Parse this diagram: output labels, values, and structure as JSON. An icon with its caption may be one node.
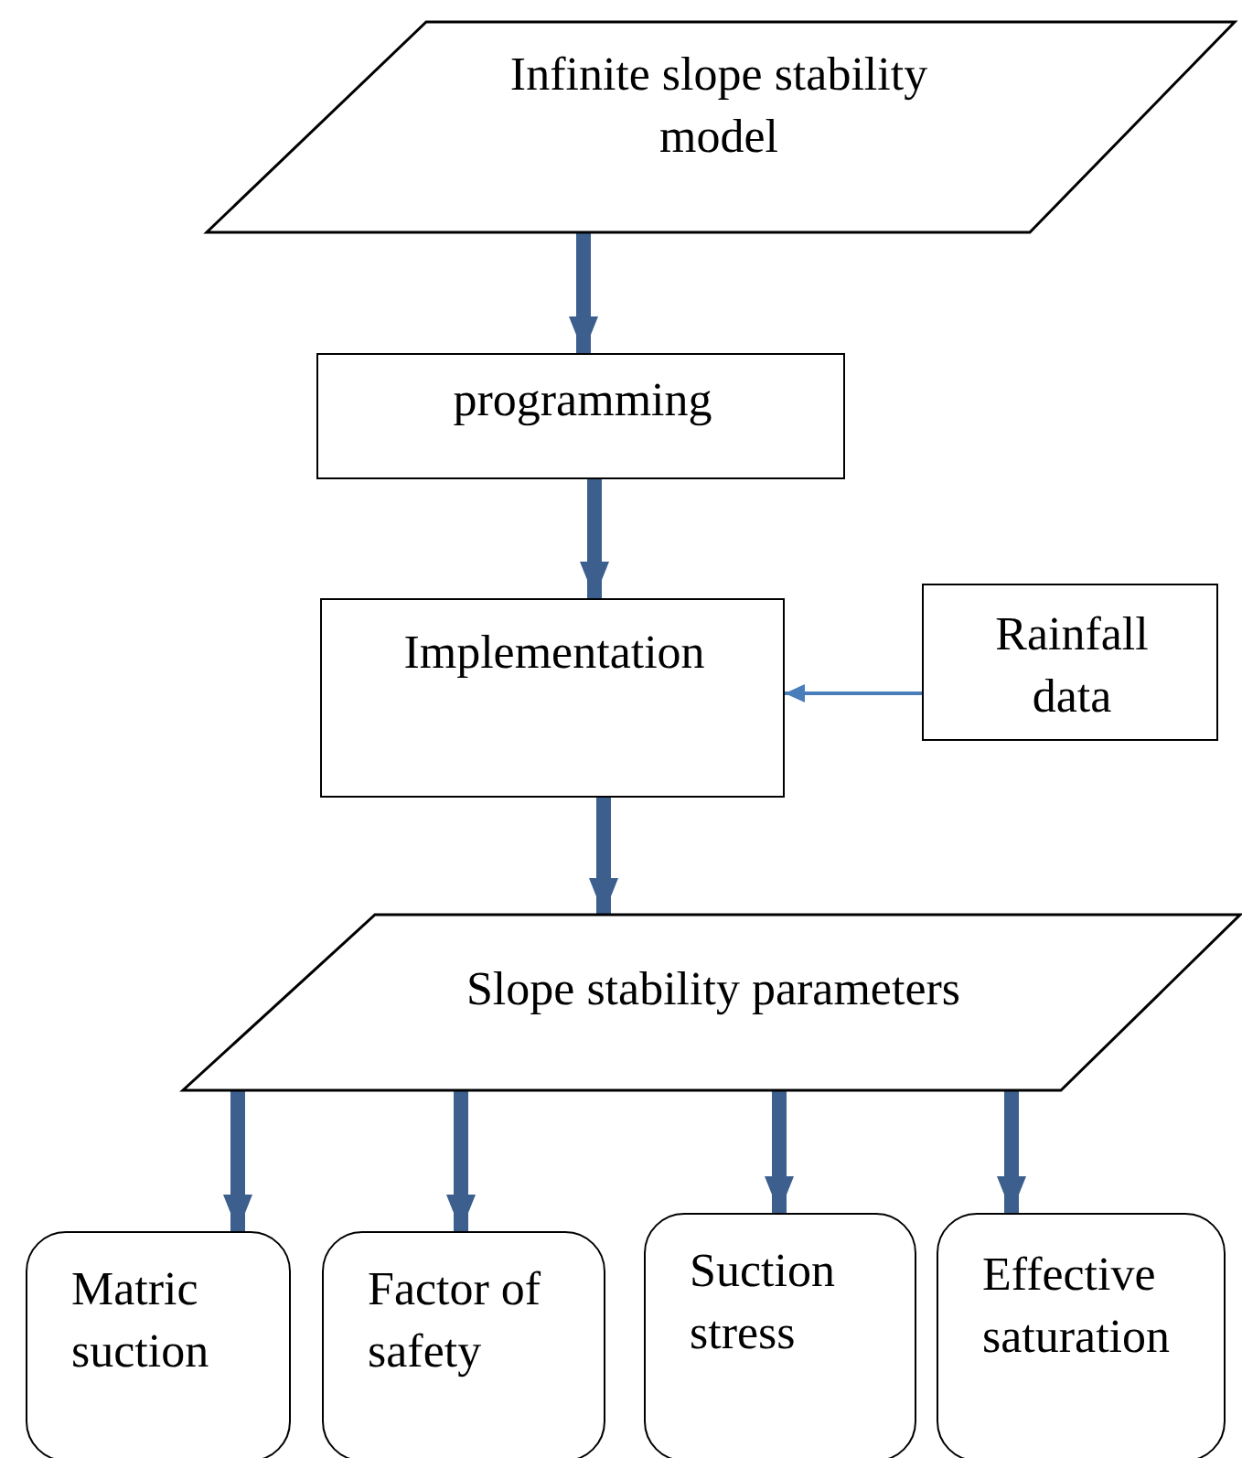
{
  "diagram": {
    "nodes": [
      {
        "text": [
          "Infinite slope stability model"
        ]
      },
      {
        "text": [
          "programming"
        ]
      },
      {
        "text": [
          "Implementation"
        ]
      },
      {
        "text": [
          "Rainfall data"
        ]
      },
      {
        "text": [
          "Slope stability parameters"
        ]
      },
      {
        "text": [
          "Matric suction"
        ]
      },
      {
        "text": [
          "Factor of safety"
        ]
      },
      {
        "text": [
          "Suction stress"
        ]
      },
      {
        "text": [
          "Effective saturation"
        ]
      }
    ],
    "edges": [
      {
        "from": 0,
        "to": 1,
        "arrow": "to"
      },
      {
        "from": 1,
        "to": 2,
        "arrow": "to"
      },
      {
        "from": 3,
        "to": 2,
        "arrow": "to",
        "color": "#4a7ebb"
      },
      {
        "from": 2,
        "to": 4,
        "arrow": "to"
      },
      {
        "from": 4,
        "to": 5,
        "arrow": "to"
      },
      {
        "from": 4,
        "to": 6,
        "arrow": "to"
      },
      {
        "from": 4,
        "to": 7,
        "arrow": "to"
      },
      {
        "from": 4,
        "to": 8,
        "arrow": "to"
      }
    ]
  }
}
